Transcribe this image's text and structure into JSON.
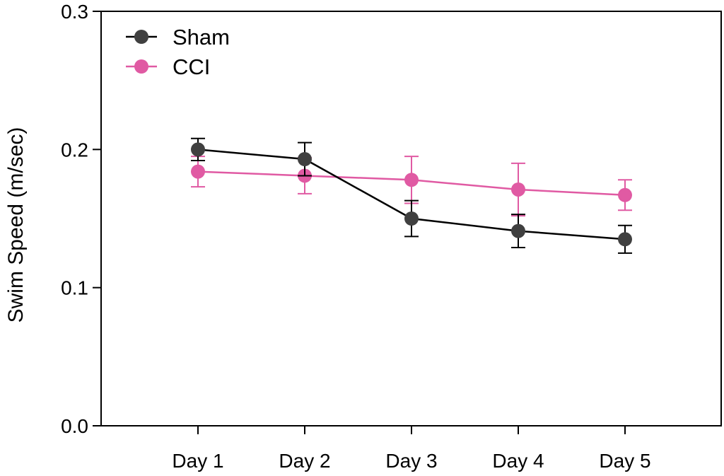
{
  "chart_data": {
    "type": "line",
    "title": "",
    "xlabel": "",
    "ylabel": "Swim Speed (m/sec)",
    "categories": [
      "Day 1",
      "Day 2",
      "Day 3",
      "Day 4",
      "Day 5"
    ],
    "ylim": [
      0,
      0.3
    ],
    "yticks": [
      "0.0",
      "0.1",
      "0.2",
      "0.3"
    ],
    "grid": false,
    "legend_position": "top-left",
    "series": [
      {
        "name": "Sham",
        "color": "#404040",
        "line_color": "#000000",
        "values": [
          0.2,
          0.193,
          0.15,
          0.141,
          0.135
        ],
        "errors": [
          0.008,
          0.012,
          0.013,
          0.012,
          0.01
        ]
      },
      {
        "name": "CCI",
        "color": "#e05aa3",
        "line_color": "#e05aa3",
        "values": [
          0.184,
          0.181,
          0.178,
          0.171,
          0.167
        ],
        "errors": [
          0.011,
          0.013,
          0.017,
          0.019,
          0.011
        ]
      }
    ]
  }
}
